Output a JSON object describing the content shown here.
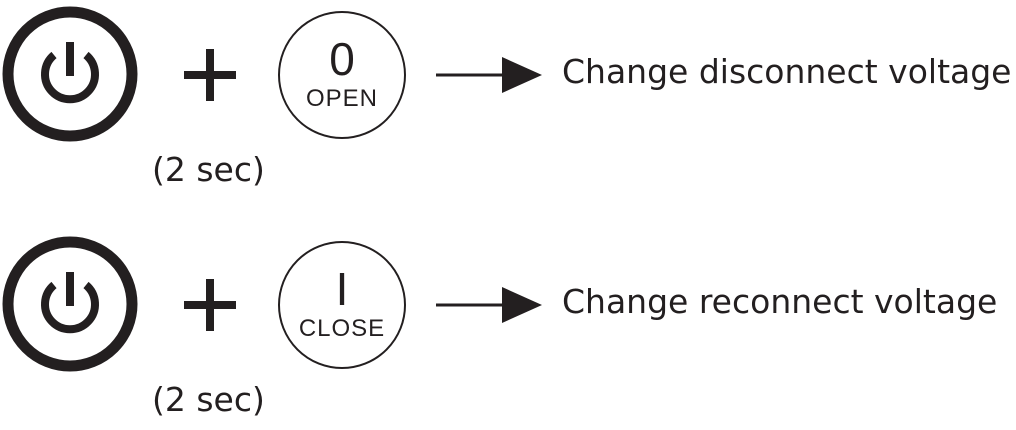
{
  "steps": [
    {
      "power_icon": "power-icon",
      "plus_icon": "plus-icon",
      "key_symbol": "0",
      "key_label": "OPEN",
      "arrow_icon": "arrow-right-icon",
      "action": "Change disconnect voltage",
      "duration": "(2 sec)"
    },
    {
      "power_icon": "power-icon",
      "plus_icon": "plus-icon",
      "key_symbol": "I",
      "key_label": "CLOSE",
      "arrow_icon": "arrow-right-icon",
      "action": "Change reconnect voltage",
      "duration": "(2 sec)"
    }
  ],
  "colors": {
    "ink": "#231f20",
    "background": "#ffffff"
  }
}
